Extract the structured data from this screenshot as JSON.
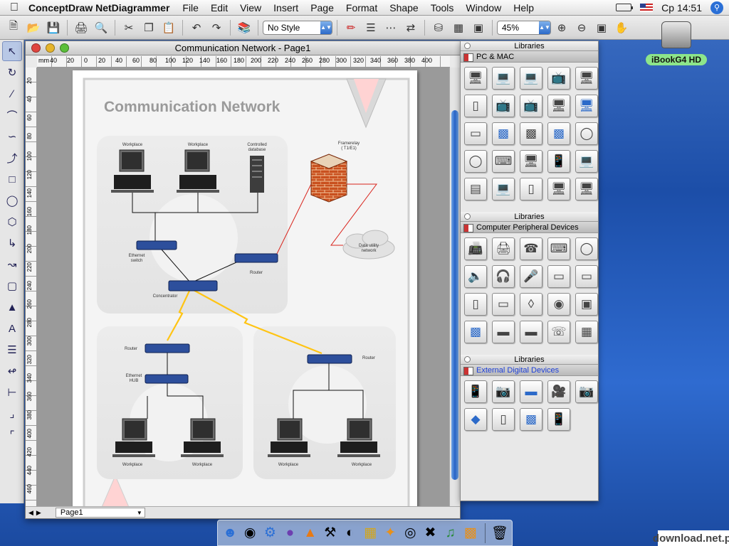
{
  "menubar": {
    "app": "ConceptDraw NetDiagrammer",
    "items": [
      "File",
      "Edit",
      "View",
      "Insert",
      "Page",
      "Format",
      "Shape",
      "Tools",
      "Window",
      "Help"
    ],
    "clock": "Ср 14:51"
  },
  "toolbar": {
    "style_select": "No Style",
    "zoom": "45%"
  },
  "window": {
    "title": "Communication Network - Page1",
    "page_select": "Page1"
  },
  "rulers": {
    "h": [
      "40",
      "20",
      "0",
      "20",
      "40",
      "60",
      "80",
      "100",
      "120",
      "140",
      "160",
      "180",
      "200",
      "220",
      "240",
      "260",
      "280",
      "300",
      "320",
      "340",
      "360",
      "380",
      "400"
    ],
    "h_unit": "mm",
    "v": [
      "20",
      "40",
      "60",
      "80",
      "100",
      "120",
      "140",
      "160",
      "180",
      "200",
      "220",
      "240",
      "260",
      "280",
      "300",
      "320",
      "340",
      "360",
      "380",
      "400",
      "420",
      "440",
      "460"
    ]
  },
  "diagram": {
    "title": "Communication Network",
    "labels": {
      "workplace": "Workplace",
      "controlled_db_1": "Controlled",
      "controlled_db_2": "database",
      "framerelay_1": "Framerelay",
      "framerelay_2": "( T1/E1)",
      "data_network_1": "Data utility",
      "data_network_2": "network",
      "ethernet_switch_1": "Ethernet",
      "ethernet_switch_2": "switch",
      "router": "Router",
      "concentrator": "Concentrator",
      "ethernet_hub_1": "Ethernet",
      "ethernet_hub_2": "HUB"
    }
  },
  "libraries": {
    "header": "Libraries",
    "panels": [
      {
        "name": "PC & MAC",
        "selected": false,
        "icons": [
          "desktop-pc",
          "laptop",
          "laptop-open",
          "monitor-crt",
          "monitor-flat",
          "tower",
          "imac-blue",
          "imac-white",
          "imac-g4",
          "emac",
          "mac-mini",
          "flat-panel",
          "power-mac-g4",
          "cinema-display",
          "mouse-white",
          "mouse-pro",
          "keyboard",
          "terminal",
          "pda",
          "notebook",
          "server-box",
          "thin-client",
          "tower-slim",
          "desktop-old",
          "imac-lamp"
        ]
      },
      {
        "name": "Computer Peripheral Devices",
        "selected": false,
        "icons": [
          "fax",
          "printer-inkjet",
          "telephone",
          "keyboard",
          "mouse",
          "speakers",
          "headphones",
          "microphone",
          "tape-drive",
          "cd-drive",
          "usb-drive",
          "scanner-flat",
          "graphic-tablet",
          "webcam",
          "projector",
          "display-panel",
          "hub-small",
          "modem",
          "desk-phone",
          "switch-small"
        ]
      },
      {
        "name": "External Digital Devices",
        "selected": true,
        "icons": [
          "cell-phone",
          "digital-camera",
          "usb-stick",
          "video-camera",
          "camera-compact",
          "card-reader",
          "ipod",
          "tv-tuner",
          "pda-device"
        ]
      }
    ]
  },
  "desktop": {
    "drive_label": "iBookG4 HD"
  },
  "watermark": "download.net.pl",
  "colors": {
    "accent": "#2c6ac9",
    "link_red": "#d9241c",
    "lightning": "#ffc414"
  }
}
